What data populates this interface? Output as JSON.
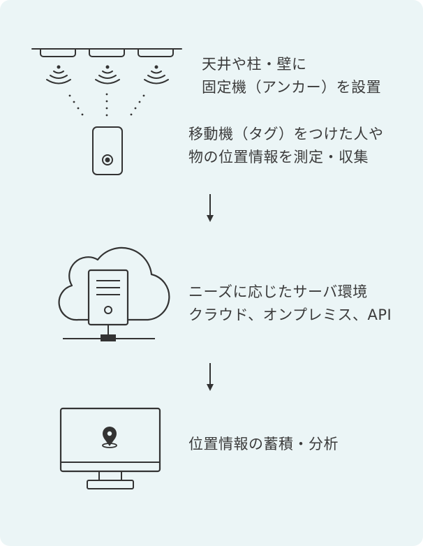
{
  "steps": [
    {
      "icon": "ceiling-anchor-signal-icon",
      "lines": [
        "天井や柱・壁に",
        "固定機（アンカー）を設置"
      ]
    },
    {
      "icon": "mobile-tag-icon",
      "lines": [
        "移動機（タグ）をつけた人や",
        "物の位置情報を測定・収集"
      ]
    },
    {
      "icon": "cloud-server-icon",
      "lines": [
        "ニーズに応じたサーバ環境",
        "クラウド、オンプレミス、API"
      ]
    },
    {
      "icon": "monitor-location-icon",
      "lines": [
        "位置情報の蓄積・分析"
      ]
    }
  ],
  "colors": {
    "background": "#ebf5f6",
    "stroke": "#333333",
    "text": "#3b3b3b"
  }
}
